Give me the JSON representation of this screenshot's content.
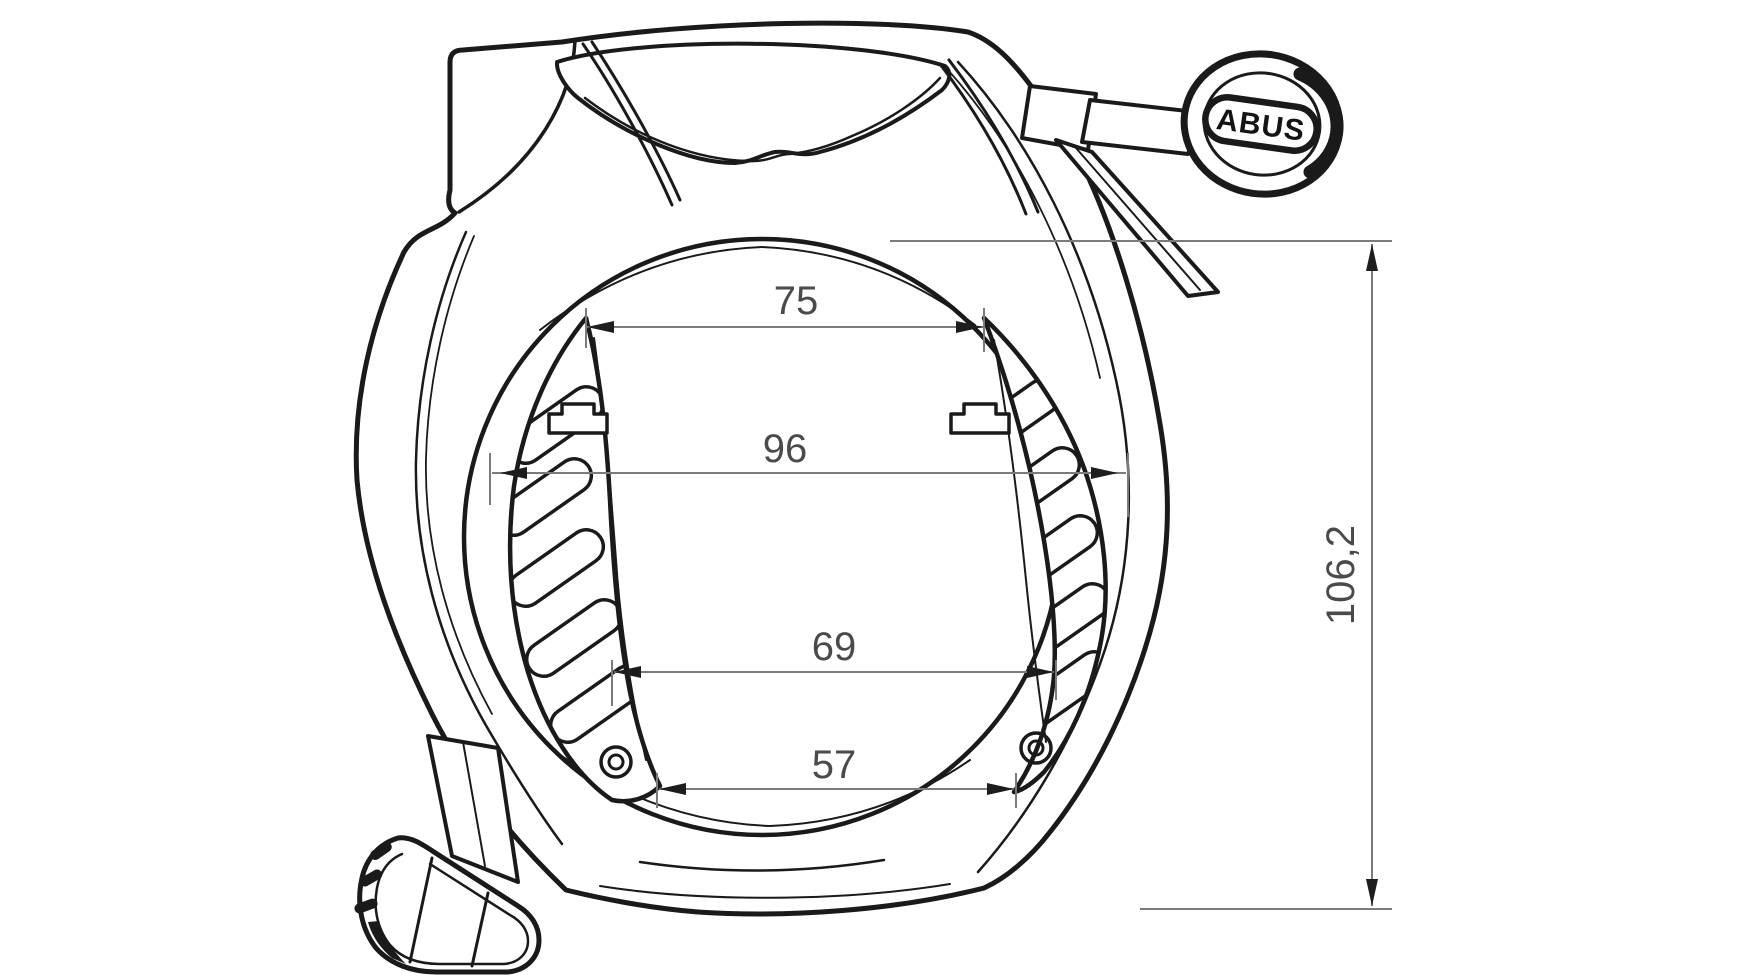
{
  "drawing": {
    "title": "frame-lock-technical-drawing",
    "brand": "ABUS",
    "dimensions": {
      "top_width": "75",
      "outer_width": "96",
      "mid_width": "69",
      "bottom_width": "57",
      "height": "106,2"
    },
    "colors": {
      "line": "#1a1a1a",
      "dimension_line": "#7b7b7b",
      "dimension_text": "#4a4a4a",
      "background": "#ffffff"
    }
  }
}
